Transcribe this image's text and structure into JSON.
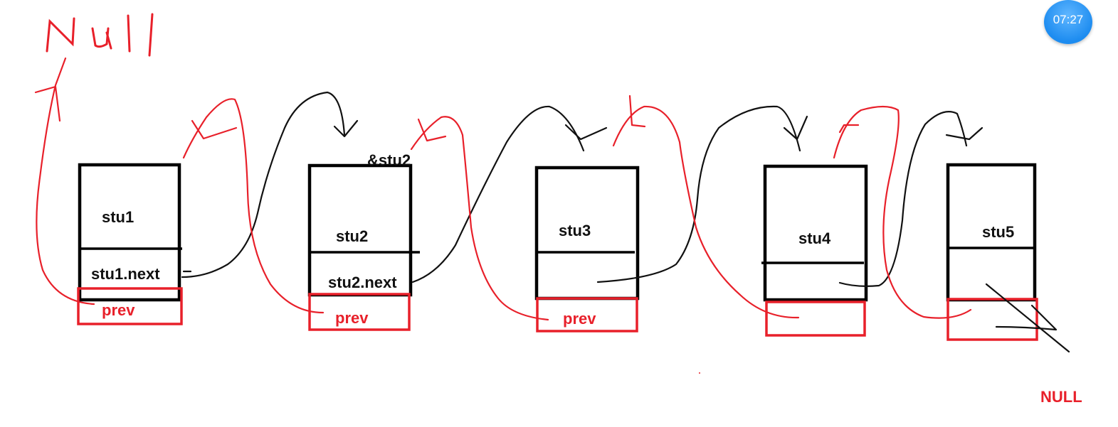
{
  "timer": {
    "time": "07:27"
  },
  "handwritten_null": "Null",
  "address_label": "&stu2",
  "null_label": "NULL",
  "nodes": [
    {
      "name": "stu1",
      "next_label": "stu1.next",
      "prev_label": "prev"
    },
    {
      "name": "stu2",
      "next_label": "stu2.next",
      "prev_label": "prev"
    },
    {
      "name": "stu3",
      "next_label": "",
      "prev_label": "prev"
    },
    {
      "name": "stu4",
      "next_label": "",
      "prev_label": ""
    },
    {
      "name": "stu5",
      "next_label": "",
      "prev_label": ""
    }
  ],
  "colors": {
    "pointer_next": "#111111",
    "pointer_prev": "#e8202a",
    "timer_bg": "#1d8cf0"
  }
}
